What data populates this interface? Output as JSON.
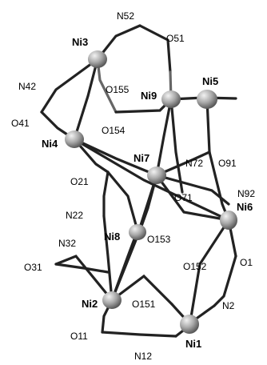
{
  "labels": {
    "N52": "N52",
    "O51": "O51",
    "Ni3": "Ni3",
    "Ni9": "Ni9",
    "Ni5": "Ni5",
    "N42": "N42",
    "O155": "O155",
    "O41": "O41",
    "O154": "O154",
    "Ni4": "Ni4",
    "Ni7": "Ni7",
    "N72": "N72",
    "O91": "O91",
    "O21": "O21",
    "N92": "N92",
    "N22": "N22",
    "O71": "O71",
    "Ni6": "Ni6",
    "N32": "N32",
    "Ni8": "Ni8",
    "O153": "O153",
    "O31": "O31",
    "O152": "O152",
    "O1": "O1",
    "Ni2": "Ni2",
    "O151": "O151",
    "N2": "N2",
    "O11": "O11",
    "Ni1": "Ni1",
    "N12": "N12"
  },
  "colors": {
    "bond": "#222222",
    "atom_light": "#e6e6e6",
    "atom_dark": "#6a6a6a"
  }
}
